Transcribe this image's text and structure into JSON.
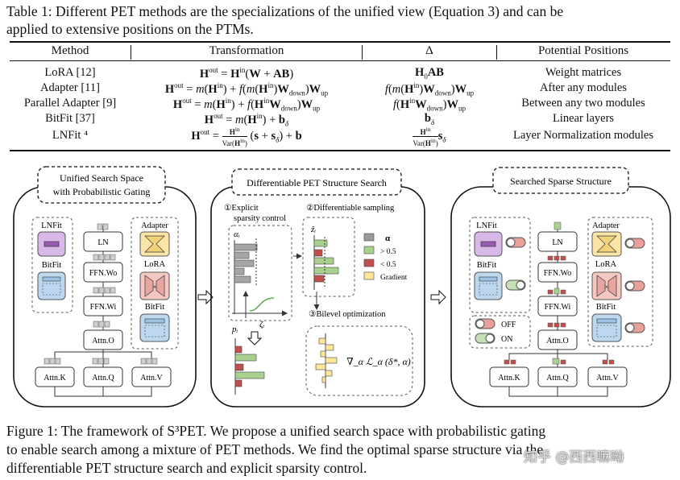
{
  "table_caption": {
    "line1": "Table 1: Different PET methods are the specializations of the unified view (Equation 3) and can be",
    "line2": "applied to extensive positions on the PTMs."
  },
  "table": {
    "headers": [
      "Method",
      "Transformation",
      "Δ",
      "Potential Positions"
    ],
    "rows": [
      {
        "method": "LoRA [12]",
        "transformation": "Hᵒᵘᵗ = Hⁱⁿ(W + AB)",
        "delta": "H₀AB",
        "position": "Weight matrices"
      },
      {
        "method": "Adapter [11]",
        "transformation": "Hᵒᵘᵗ = m(Hⁱⁿ) + f(m(Hⁱⁿ)W_down)W_up",
        "delta": "f(m(Hⁱⁿ)W_down)W_up",
        "position": "After any modules"
      },
      {
        "method": "Parallel Adapter [9]",
        "transformation": "Hᵒᵘᵗ = m(Hⁱⁿ) + f(HⁱⁿW_down)W_up",
        "delta": "f(HⁱⁿW_down)W_up",
        "position": "Between any two modules"
      },
      {
        "method": "BitFit [37]",
        "transformation": "Hᵒᵘᵗ = m(Hⁱⁿ) + b_δ",
        "delta": "b_δ",
        "position": "Linear layers"
      },
      {
        "method": "LNFit ⁴",
        "transformation": "Hᵒᵘᵗ = Hⁱⁿ/Var(Hⁱⁿ) (s + s_δ) + b",
        "delta": "Hⁱⁿ/Var(Hⁱⁿ) s_δ",
        "position": "Layer Normalization modules"
      }
    ]
  },
  "figure": {
    "panel1": {
      "title_line1": "Unified Search Space",
      "title_line2": "with Probabilistic Gating",
      "modules": {
        "ln": "LN",
        "ffn_wo": "FFN.Wo",
        "ffn_wi": "FFN.Wi",
        "attn_o": "Attn.O",
        "attn_k": "Attn.K",
        "attn_q": "Attn.Q",
        "attn_v": "Attn.V"
      },
      "methods": {
        "lnfit": "LNFit",
        "bitfit": "BitFit",
        "adapter": "Adapter",
        "lora": "LoRA",
        "bitfit2": "BitFit"
      }
    },
    "panel2": {
      "title": "Differentiable PET Structure Search",
      "step1": "①Explicit",
      "step1b": "sparsity control",
      "step2": "②Differentiable sampling",
      "step3": "③Bilevel optimization",
      "alpha_label": "αᵢ",
      "z_label": "ẑᵢ",
      "p_label": "pᵢ",
      "zeta_label": "ζᵢ",
      "legend": [
        "α",
        "> 0.5",
        "< 0.5",
        "Gradient"
      ],
      "formula": "∇_α ℒ_α (δ*, α)"
    },
    "panel3": {
      "title": "Searched Sparse Structure",
      "modules": {
        "ln": "LN",
        "ffn_wo": "FFN.Wo",
        "ffn_wi": "FFN.Wi",
        "attn_o": "Attn.O",
        "attn_k": "Attn.K",
        "attn_q": "Attn.Q",
        "attn_v": "Attn.V"
      },
      "methods": {
        "lnfit": "LNFit",
        "bitfit": "BitFit",
        "adapter": "Adapter",
        "lora": "LoRA",
        "bitfit2": "BitFit"
      },
      "switch_off": "OFF",
      "switch_on": "ON"
    },
    "colors": {
      "alpha_gray": "#9a9a9a",
      "green": "#a9d18e",
      "red": "#c0504d",
      "gradient_yellow": "#ffe699",
      "purple": "#c9a0dc",
      "blue": "#bdd7ee",
      "adapter_yellow": "#fbe5a6",
      "lora_pink": "#f4c7c3"
    }
  },
  "figure_caption": {
    "line1": "Figure 1: The framework of S³PET. We propose a unified search space with probabilistic gating",
    "line2": "to enable search among a mixture of PET methods. We find the optimal sparse structure via the",
    "line3": "differentiable PET structure search and explicit sparsity control."
  },
  "watermark": "知乎 @西西嘛呦"
}
